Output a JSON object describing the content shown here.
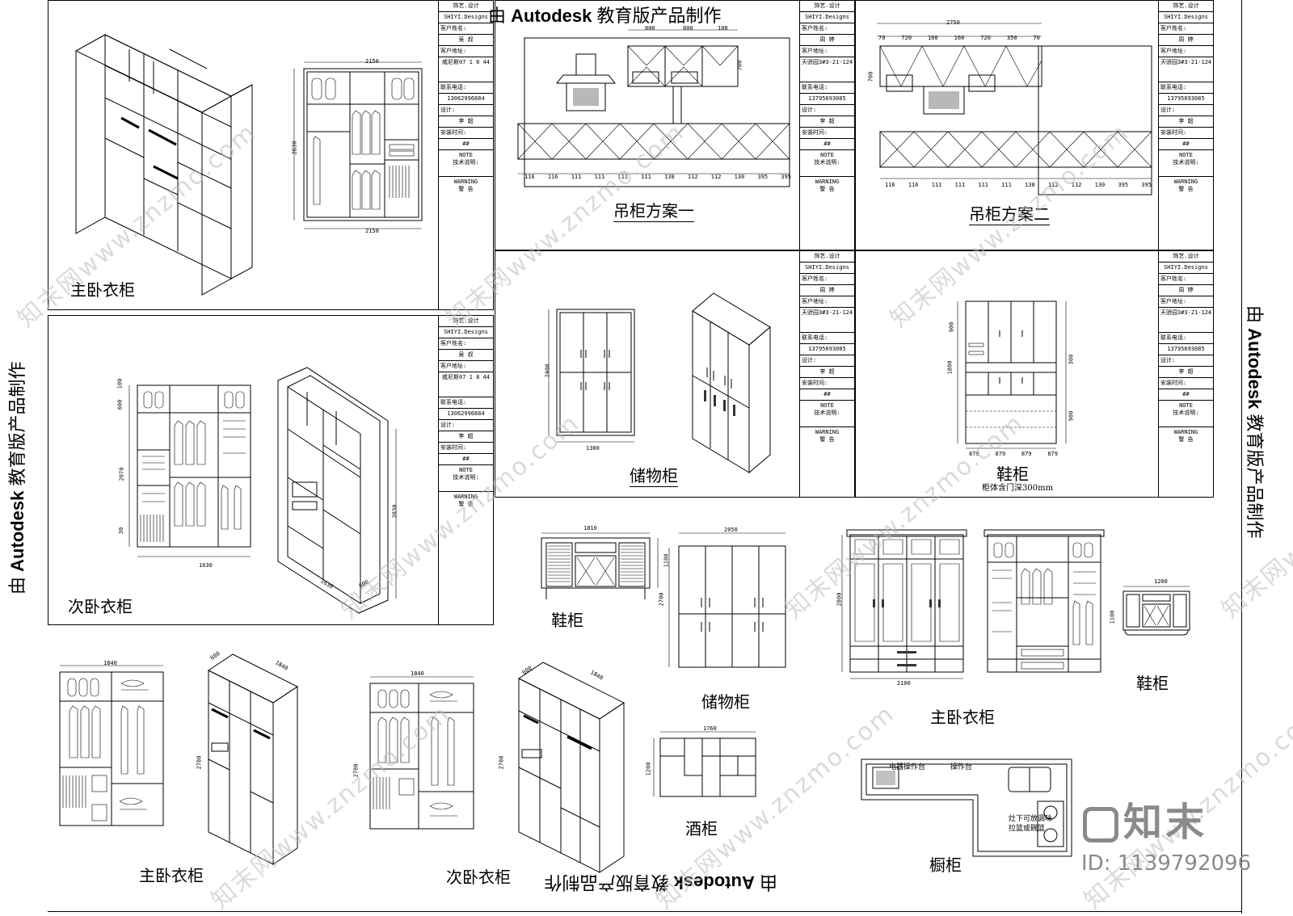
{
  "banner": {
    "prefix": "由",
    "brand": "Autodesk",
    "suffix": "教育版产品制作"
  },
  "titleblock": {
    "company": "饰艺.设计",
    "company_en": "SHIYI.Designs",
    "client_label": "客户姓名:",
    "client_name_a": "吴 叔",
    "client_name_b": "周 婷",
    "address_label": "客户地址:",
    "address_a": "威尼斯07 1 8 44",
    "address_b": "天骄园3#3-21-124",
    "phone_label": "联系电话:",
    "phone_a": "13062996884",
    "phone_b": "13795693085",
    "design_label": "设计:",
    "designer_a": "李 超",
    "designer_b": "李 超",
    "install_label": "安装时间:",
    "install_val": "##",
    "note_label": "NOTE",
    "note_text": "技术说明:",
    "warning": "WARNING",
    "warning_cn": "警 告"
  },
  "sheets": {
    "s1": {
      "caption": "主卧衣柜",
      "dims": [
        "2150",
        "2150",
        "2830"
      ]
    },
    "s2": {
      "caption": "吊柜方案一",
      "dims": [
        "800",
        "800",
        "100",
        "700"
      ],
      "bottom_dims": [
        "116",
        "116",
        "111",
        "111",
        "111",
        "111",
        "138",
        "112",
        "112",
        "130",
        "395",
        "395"
      ]
    },
    "s3": {
      "caption": "吊柜方案二",
      "dims": [
        "2750",
        "70",
        "720",
        "160",
        "160",
        "720",
        "350",
        "70",
        "700"
      ]
    },
    "s4": {
      "caption": "次卧衣柜",
      "dims": [
        "1630",
        "2830",
        "1630",
        "600",
        "100",
        "600",
        "2070",
        "30"
      ]
    },
    "s5": {
      "caption": "储物柜",
      "dims": [
        "1300",
        "2400"
      ]
    },
    "s6": {
      "caption": "鞋柜",
      "note": "柜体含门深300mm",
      "dims": [
        "900",
        "300",
        "900",
        "879",
        "879",
        "879",
        "879",
        "1800"
      ]
    }
  },
  "loose": {
    "shoe1": {
      "caption": "鞋柜",
      "dims": [
        "1810",
        "1100"
      ]
    },
    "storage2": {
      "caption": "储物柜",
      "dims": [
        "2050",
        "2700"
      ]
    },
    "master2": {
      "caption": "主卧衣柜",
      "dims": [
        "2100",
        "2800"
      ]
    },
    "shoe2": {
      "caption": "鞋柜",
      "dims": [
        "1200",
        "1100"
      ]
    },
    "wine": {
      "caption": "酒柜",
      "dims": [
        "1760",
        "1200"
      ]
    },
    "kitchen": {
      "caption": "橱柜",
      "labels": [
        "电器操作台",
        "操作台",
        "灶下可放调味",
        "拉篮或碗篮"
      ]
    },
    "master3": {
      "caption": "主卧衣柜",
      "dims": [
        "1840",
        "600",
        "1840",
        "2780"
      ]
    },
    "second3": {
      "caption": "次卧衣柜",
      "dims": [
        "1840",
        "600",
        "1840",
        "2780",
        "2780"
      ]
    }
  },
  "watermark": {
    "text": "知末网www.znzmo.com",
    "logo": "知末",
    "id": "ID: 1139792096"
  }
}
